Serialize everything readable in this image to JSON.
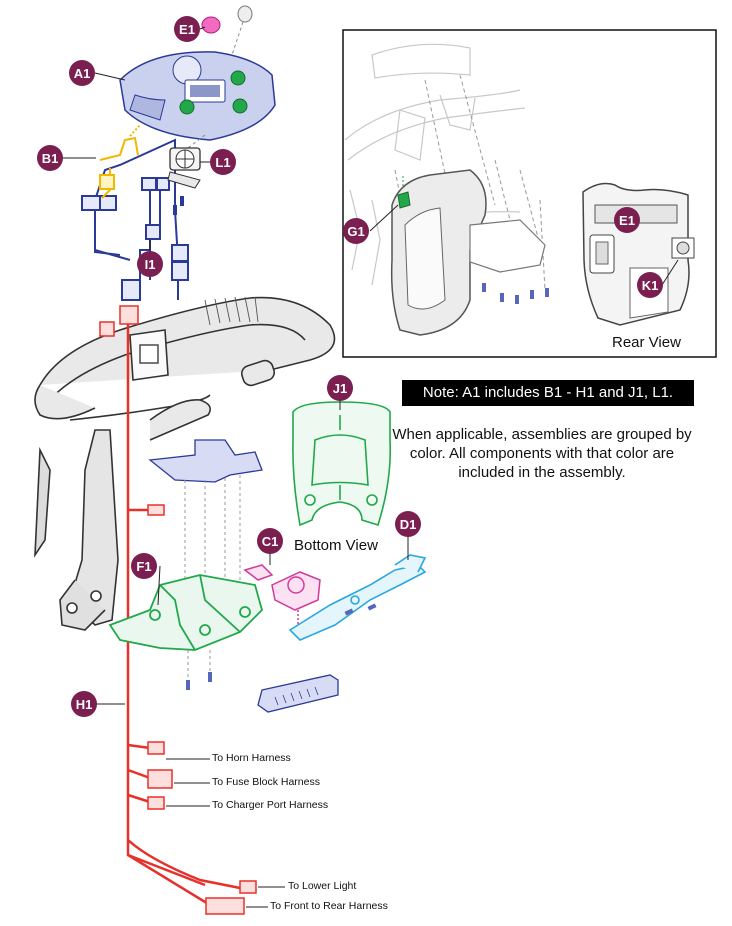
{
  "callouts": {
    "A1": "A1",
    "B1": "B1",
    "C1": "C1",
    "D1": "D1",
    "E1": "E1",
    "F1": "F1",
    "G1": "G1",
    "H1": "H1",
    "I1": "I1",
    "J1": "J1",
    "K1": "K1",
    "L1": "L1",
    "E1_rear": "E1"
  },
  "views": {
    "rear": "Rear View",
    "bottom": "Bottom View"
  },
  "note": "Note: A1 includes B1 - H1 and J1, L1.",
  "description": "When applicable, assemblies are grouped by color. All components with that color are included in the assembly.",
  "harness_labels": {
    "horn": "To Horn Harness",
    "fuse": "To Fuse Block Harness",
    "charger": "To Charger Port Harness",
    "lower_light": "To Lower Light",
    "front_rear": "To Front to Rear Harness"
  },
  "colors": {
    "callout_badge": "#7a1f4f",
    "harness_red": "#e8302a",
    "wiring_blue": "#2b3a96",
    "bracket_green": "#22a84a",
    "switch_magenta": "#d13a9b",
    "lever_cyan": "#2aa7e0",
    "connector_yellow": "#f2b800",
    "outline_gray": "#555555"
  }
}
